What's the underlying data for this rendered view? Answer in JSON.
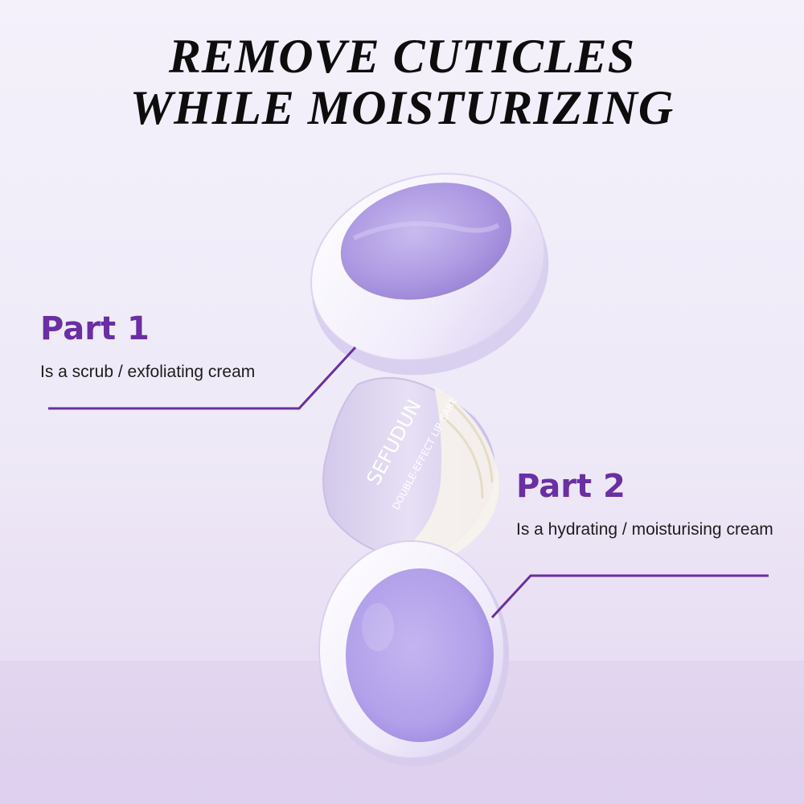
{
  "headline": {
    "line1": "REMOVE CUTICLES",
    "line2": "WHILE MOISTURIZING"
  },
  "part1": {
    "title": "Part 1",
    "description": "Is a scrub / exfoliating cream"
  },
  "part2": {
    "title": "Part 2",
    "description": "Is a hydrating / moisturising cream"
  },
  "product": {
    "brand": "SEFUDUN",
    "name": "DOUBLE-EFFECT LIP CARE"
  },
  "colors": {
    "accent": "#6a2ea5",
    "cream": "#b8a6e6",
    "background": "#f1edf9"
  }
}
